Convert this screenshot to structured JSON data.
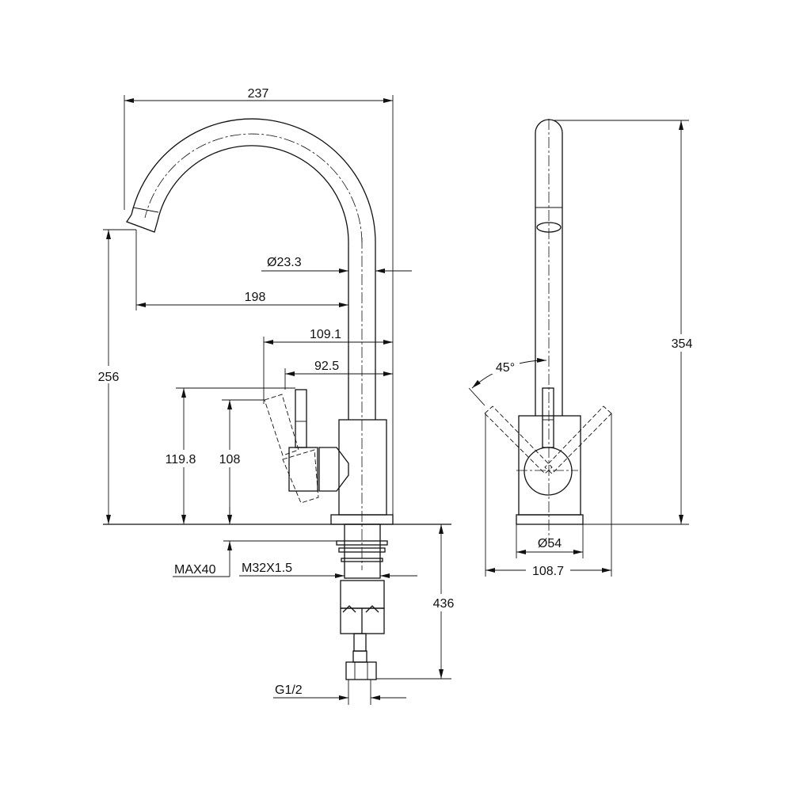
{
  "drawing": {
    "side_view": {
      "overall_width": "237",
      "pipe_diameter": "Ø23.3",
      "spout_reach": "198",
      "handle_reach": "109.1",
      "lever_reach": "92.5",
      "spout_height": "256",
      "handle_height": "119.8",
      "lever_height": "108",
      "max_thickness": "MAX40",
      "thread": "M32X1.5",
      "hose_length": "436",
      "connection": "G1/2"
    },
    "front_view": {
      "overall_height": "354",
      "lever_angle": "45°",
      "base_diameter": "Ø54",
      "lever_span": "108.7"
    }
  },
  "colors": {
    "line": "#111111",
    "background": "#ffffff"
  }
}
